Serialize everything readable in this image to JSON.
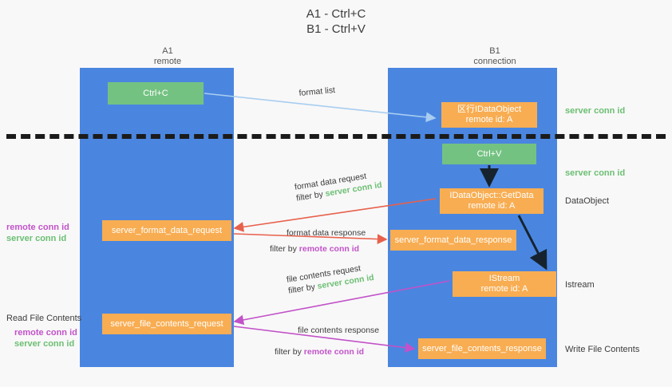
{
  "title": "A1 - Ctrl+C\nB1 - Ctrl+V",
  "columns": {
    "left": {
      "name": "A1",
      "role": "remote",
      "header": "A1\nremote"
    },
    "right": {
      "name": "B1",
      "role": "connection",
      "header": "B1\nconnection"
    }
  },
  "colors": {
    "lane": "#4a86e0",
    "box_orange": "#f8ad52",
    "box_green": "#74c282",
    "server_conn_id": "#6cbf73",
    "remote_conn_id": "#c252c9",
    "arrow_blue": "#a8cdf0",
    "arrow_red": "#e8604c",
    "arrow_magenta": "#c252c9",
    "arrow_dark": "#16232e",
    "divider": "#1b1b1b",
    "background": "#f8f8f8"
  },
  "boxes": {
    "ctrl_c": {
      "label": "Ctrl+C",
      "kind": "green"
    },
    "idataobject": {
      "label": "区行IDataObject\nremote id: A",
      "kind": "orange"
    },
    "ctrl_v": {
      "label": "Ctrl+V",
      "kind": "green"
    },
    "getdata": {
      "label": "IDataObject::GetData\nremote id: A",
      "kind": "orange"
    },
    "server_format_data_request": {
      "label": "server_format_data_request",
      "kind": "orange"
    },
    "server_format_data_response": {
      "label": "server_format_data_response",
      "kind": "orange"
    },
    "istream": {
      "label": "IStream\nremote id: A",
      "kind": "orange"
    },
    "server_file_contents_request": {
      "label": "server_file_contents_request",
      "kind": "orange"
    },
    "server_file_contents_response": {
      "label": "server_file_contents_response",
      "kind": "orange"
    }
  },
  "annotations": {
    "server_conn_id_1": "server conn id",
    "server_conn_id_2": "server conn id",
    "dataobject": "DataObject",
    "istream": "Istream",
    "write_file_contents": "Write File Contents",
    "read_file_contents": "Read File Contents",
    "left_conn_1": "remote conn id\nserver conn id",
    "left_conn_2": "remote conn id\nserver conn id"
  },
  "edges": {
    "format_list": {
      "label": "format list"
    },
    "format_data_request": {
      "label": "format data request",
      "filter_prefix": "filter by ",
      "filter_value": "server conn id"
    },
    "format_data_response": {
      "label": "format data response",
      "filter_prefix": "filter by ",
      "filter_value": "remote conn id"
    },
    "file_contents_request": {
      "label": "file contents request",
      "filter_prefix": "filter by ",
      "filter_value": "server conn id"
    },
    "file_contents_response": {
      "label": "file contents response",
      "filter_prefix": "filter by ",
      "filter_value": "remote conn id"
    }
  }
}
